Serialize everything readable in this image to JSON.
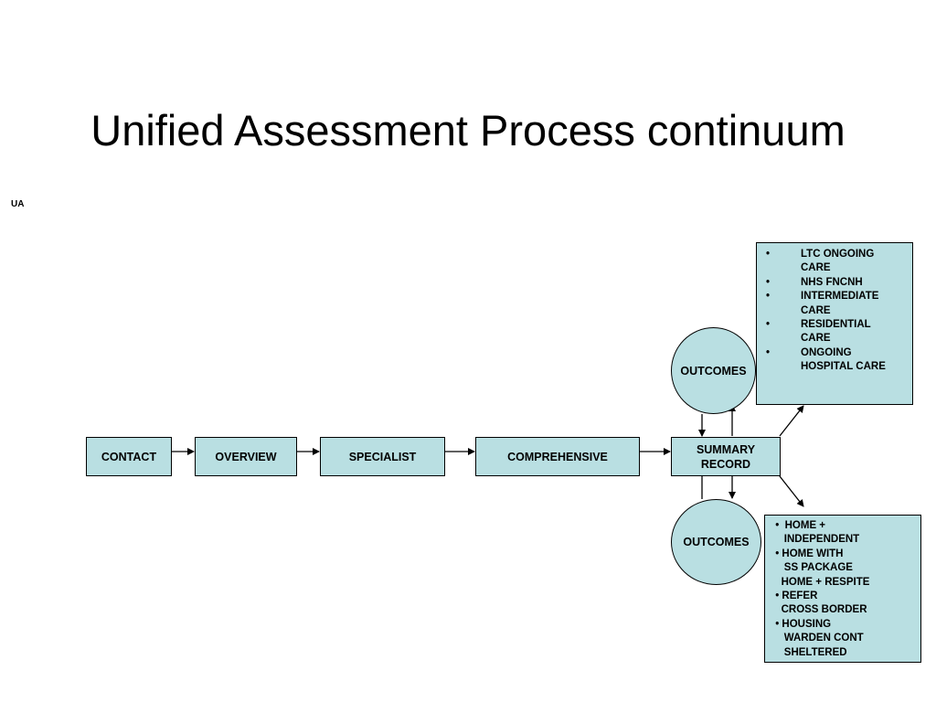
{
  "slide": {
    "title": "Unified Assessment Process continuum",
    "corner_tag": "UA"
  },
  "flow": {
    "stages": [
      {
        "label": "CONTACT"
      },
      {
        "label": "OVERVIEW"
      },
      {
        "label": "SPECIALIST"
      },
      {
        "label": "COMPREHENSIVE"
      },
      {
        "label": "SUMMARY\nRECORD"
      }
    ]
  },
  "outcomes": {
    "top": {
      "label": "OUTCOMES"
    },
    "bottom": {
      "label": "OUTCOMES"
    }
  },
  "lists": {
    "top": {
      "bullet": "•",
      "items": [
        {
          "text": " LTC ONGOING CARE"
        },
        {
          "text": " NHS FNCNH"
        },
        {
          "text": " INTERMEDIATE CARE"
        },
        {
          "text": " RESIDENTIAL CARE"
        },
        {
          "text": " ONGOING HOSPITAL CARE"
        }
      ]
    },
    "bottom": {
      "lines": [
        {
          "text": " •  HOME +"
        },
        {
          "text": "    INDEPENDENT"
        },
        {
          "text": " • HOME WITH"
        },
        {
          "text": "    SS PACKAGE"
        },
        {
          "text": "   HOME + RESPITE"
        },
        {
          "text": " • REFER"
        },
        {
          "text": "   CROSS BORDER"
        },
        {
          "text": " • HOUSING"
        },
        {
          "text": "    WARDEN CONT"
        },
        {
          "text": "    SHELTERED"
        }
      ]
    }
  },
  "colors": {
    "box_fill": "#b9dfe2",
    "outline": "#000000"
  }
}
